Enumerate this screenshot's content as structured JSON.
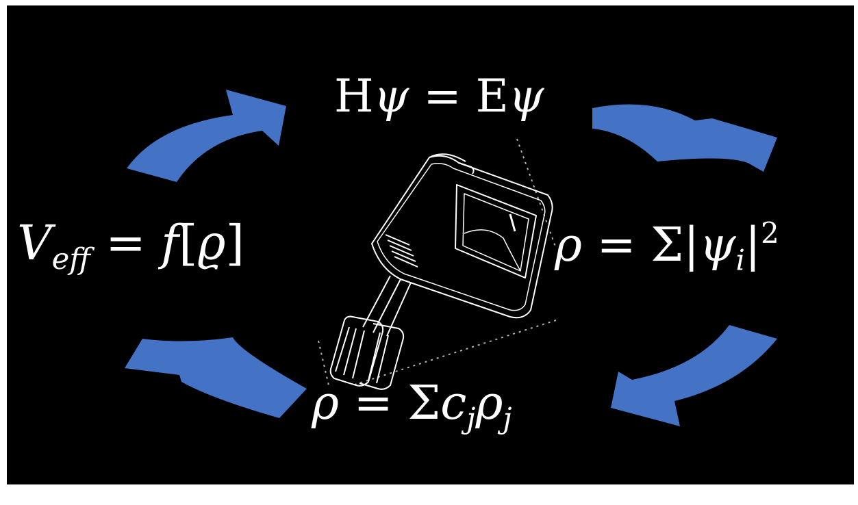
{
  "colors": {
    "background": "#000000",
    "arrow": "#4472c4",
    "text": "#ffffff",
    "sketch": "#ffffff"
  },
  "illustration": "hand-mixer-sketch",
  "equations": {
    "top": {
      "H": "H",
      "psi": "ψ",
      "eq": "=",
      "E": "E",
      "psi2": "ψ"
    },
    "right": {
      "rho": "ρ",
      "eq": "=",
      "sigma": "Σ",
      "bar1": "|",
      "psi": "ψ",
      "sub": "i",
      "bar2": "|",
      "sup": "2"
    },
    "bottom": {
      "rho": "ρ",
      "eq": "=",
      "sigma": "Σ",
      "c": "c",
      "csub": "j",
      "rho2": "ρ",
      "rsub": "j"
    },
    "left": {
      "V": "V",
      "sub": "eff",
      "eq": "=",
      "f": "f",
      "lb": "[",
      "rho": "ϱ",
      "rb": "]"
    }
  }
}
